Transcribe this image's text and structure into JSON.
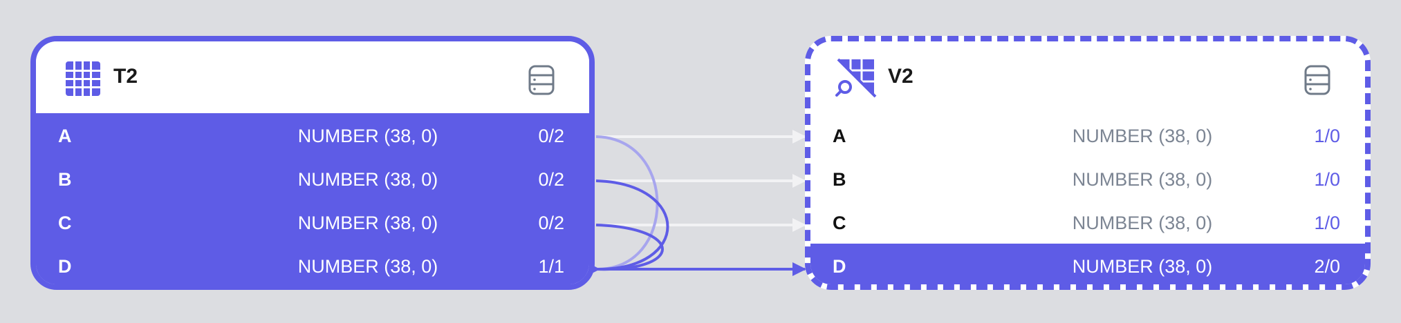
{
  "colors": {
    "accent": "#5e5ce6",
    "accent_light": "#a7a5ee",
    "edge_inactive": "#f2f2f4",
    "background": "#dcdde1"
  },
  "nodes": {
    "t2": {
      "title": "T2",
      "icon": "table-grid-icon",
      "db_icon": "database-icon",
      "columns": [
        {
          "name": "A",
          "type": "NUMBER (38, 0)",
          "count": "0/2"
        },
        {
          "name": "B",
          "type": "NUMBER (38, 0)",
          "count": "0/2"
        },
        {
          "name": "C",
          "type": "NUMBER (38, 0)",
          "count": "0/2"
        },
        {
          "name": "D",
          "type": "NUMBER (38, 0)",
          "count": "1/1"
        }
      ]
    },
    "v2": {
      "title": "V2",
      "icon": "view-search-icon",
      "db_icon": "database-icon",
      "columns": [
        {
          "name": "A",
          "type": "NUMBER (38, 0)",
          "count": "1/0"
        },
        {
          "name": "B",
          "type": "NUMBER (38, 0)",
          "count": "1/0"
        },
        {
          "name": "C",
          "type": "NUMBER (38, 0)",
          "count": "1/0"
        },
        {
          "name": "D",
          "type": "NUMBER (38, 0)",
          "count": "2/0"
        }
      ]
    }
  }
}
